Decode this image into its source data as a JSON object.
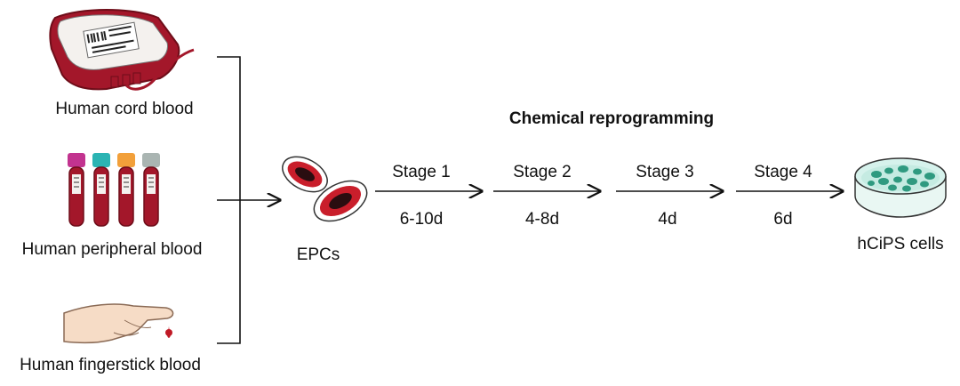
{
  "sources": [
    {
      "label": "Human cord blood",
      "icon": "blood-bag-icon"
    },
    {
      "label": "Human peripheral blood",
      "icon": "blood-tubes-icon"
    },
    {
      "label": "Human fingerstick blood",
      "icon": "fingerstick-hand-icon"
    }
  ],
  "epcs_label": "EPCs",
  "process_title": "Chemical reprogramming",
  "stages": [
    {
      "name": "Stage 1",
      "duration": "6-10d"
    },
    {
      "name": "Stage 2",
      "duration": "4-8d"
    },
    {
      "name": "Stage 3",
      "duration": "4d"
    },
    {
      "name": "Stage 4",
      "duration": "6d"
    }
  ],
  "result_label": "hCiPS cells",
  "result_icon": "petri-dish-icon",
  "colors": {
    "blood": "#a3172a",
    "blood_dark": "#6e0d19",
    "cell_ring": "#c91e2b",
    "dish_cell": "#2f9a80",
    "dish_rim": "#d6f2ec",
    "line": "#111111",
    "tube_caps": [
      "#c2338f",
      "#2bb4b3",
      "#f2a03a",
      "#aab5b2"
    ]
  }
}
